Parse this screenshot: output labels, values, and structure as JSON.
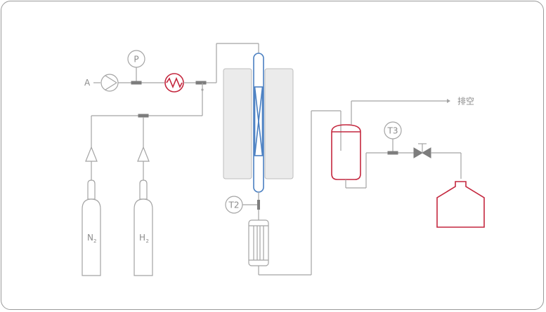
{
  "labels": {
    "air_inlet": "A",
    "pressure_gauge": "P",
    "temp_t2": "T2",
    "temp_t3": "T3",
    "vent": "排空",
    "cylinder_1_symbol": "N",
    "cylinder_1_sub": "2",
    "cylinder_2_symbol": "H",
    "cylinder_2_sub": "2"
  },
  "colors": {
    "pipe": "#a4a4a4",
    "heat_exchanger": "#c4273e",
    "reactor_tube": "#4a7fc1",
    "separator": "#c4273e",
    "collector": "#c4273e"
  }
}
